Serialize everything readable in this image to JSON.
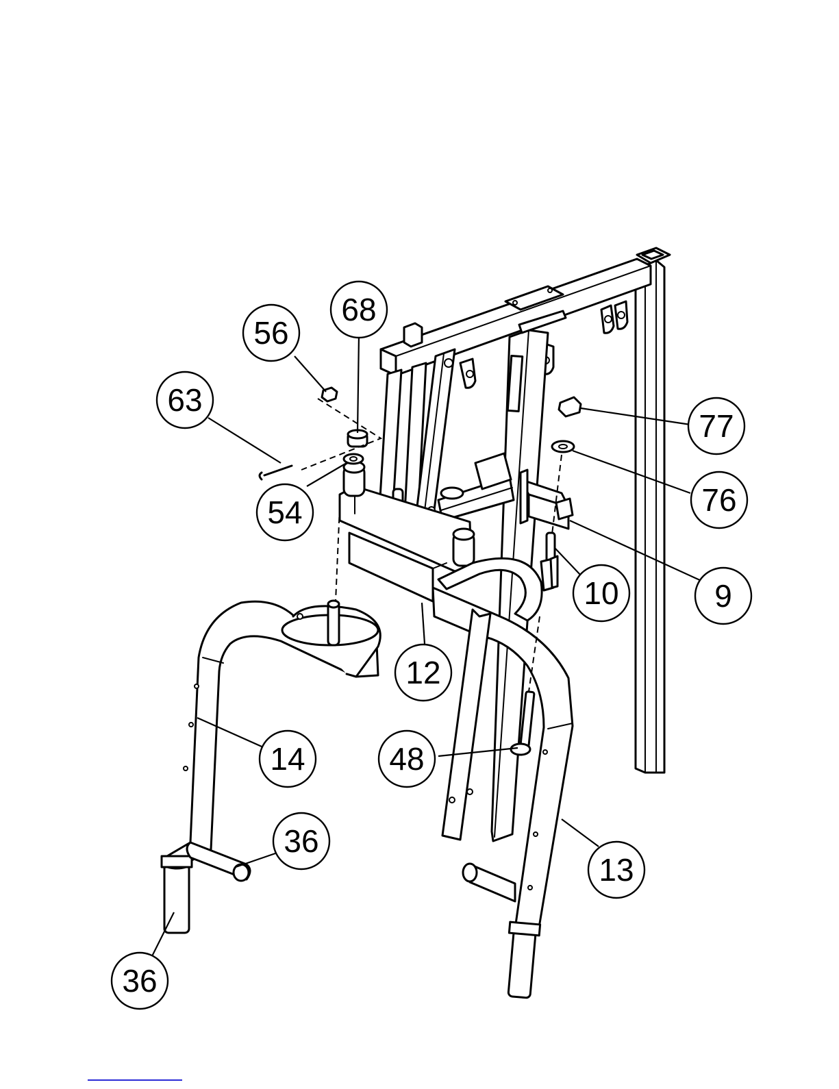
{
  "diagram": {
    "callouts": [
      {
        "id": "c56",
        "label": "56"
      },
      {
        "id": "c68",
        "label": "68"
      },
      {
        "id": "c63",
        "label": "63"
      },
      {
        "id": "c77",
        "label": "77"
      },
      {
        "id": "c54",
        "label": "54"
      },
      {
        "id": "c76",
        "label": "76"
      },
      {
        "id": "c10",
        "label": "10"
      },
      {
        "id": "c9",
        "label": "9"
      },
      {
        "id": "c12",
        "label": "12"
      },
      {
        "id": "c14",
        "label": "14"
      },
      {
        "id": "c48",
        "label": "48"
      },
      {
        "id": "c36a",
        "label": "36"
      },
      {
        "id": "c13",
        "label": "13"
      },
      {
        "id": "c36b",
        "label": "36"
      }
    ]
  }
}
